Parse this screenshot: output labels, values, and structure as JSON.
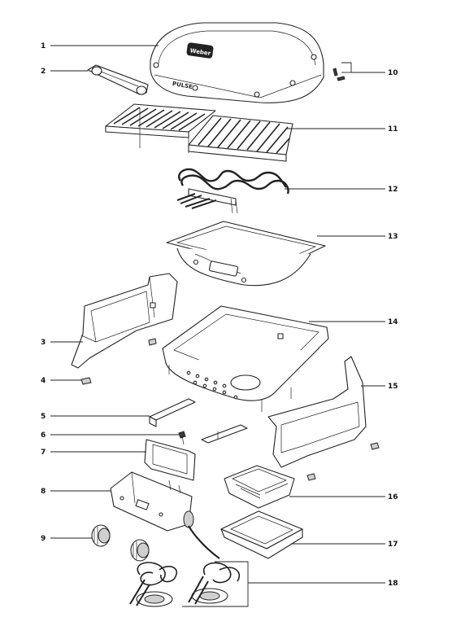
{
  "header_code": "",
  "brand_logo": "Weber",
  "lid_model": "PULSE",
  "parts": [
    {
      "number": "1"
    },
    {
      "number": "2"
    },
    {
      "number": "3"
    },
    {
      "number": "4"
    },
    {
      "number": "5"
    },
    {
      "number": "6"
    },
    {
      "number": "7"
    },
    {
      "number": "8"
    },
    {
      "number": "9"
    },
    {
      "number": "10"
    },
    {
      "number": "11"
    },
    {
      "number": "12"
    },
    {
      "number": "13"
    },
    {
      "number": "14"
    },
    {
      "number": "15"
    },
    {
      "number": "16"
    },
    {
      "number": "17"
    },
    {
      "number": "18"
    }
  ]
}
